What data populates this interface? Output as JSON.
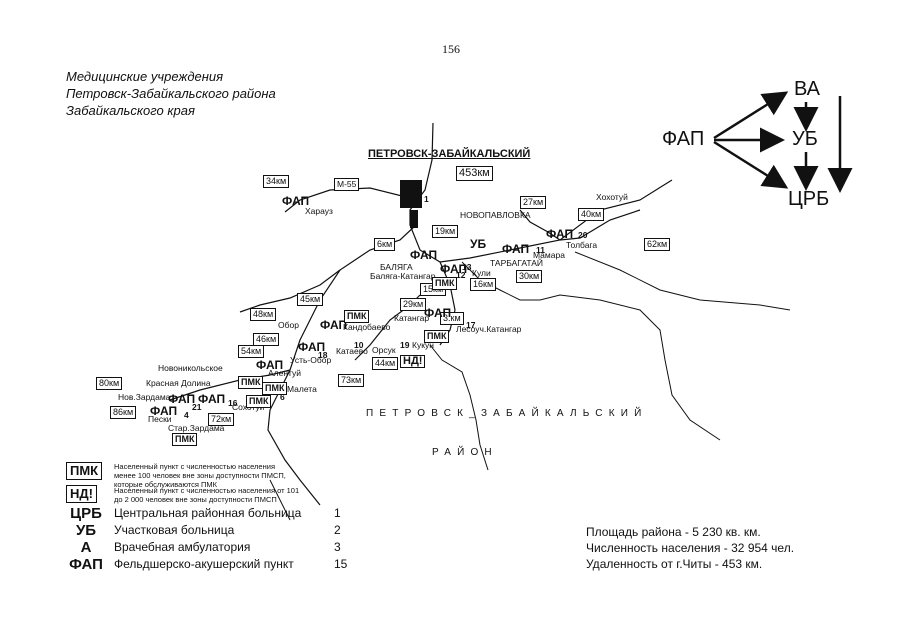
{
  "page_number": "156",
  "title_lines": [
    "Медицинские учреждения",
    "Петровск-Забайкальского района",
    "Забайкальского края"
  ],
  "hierarchy": {
    "fap": "ФАП",
    "va": "ВА",
    "ub": "УБ",
    "crb": "ЦРБ"
  },
  "map": {
    "center": "ПЕТРОВСК-ЗАБАЙКАЛЬСКИЙ",
    "center_distance": "453км",
    "road": "М-55",
    "region_line1": "ПЕТРОВСК_ЗАБАЙКАЛЬСКИЙ",
    "region_line2": "РАЙОН",
    "settlements": {
      "kharauz": "Харауз",
      "novopavlovka": "НОВОПАВЛОВКА",
      "khokhotuy": "Хохотуй",
      "tolbaga": "Толбага",
      "tarbagatai": "ТАРБАГАТАЙ",
      "balyaga": "БАЛЯГА",
      "balyaga_katangar": "Баляга-Катангар",
      "kuli": "Кули",
      "katangar": "Катангар",
      "lesouch_katangar": "Лесоуч.Катангар",
      "kukun": "Кукун",
      "orsuk": "Орсук",
      "kandobaevo": "Кандобаево",
      "katayevo": "Катаево",
      "obor": "Обор",
      "ust_obor": "Усть-Обор",
      "alentuy": "Алентуй",
      "novonikolskoe": "Новоникольское",
      "krasnaya_dolina": "Красная Долина",
      "maleta": "Малета",
      "sokhotui": "Сохотуй",
      "nov_zardama": "Нов.Зардама",
      "peski": "Пески",
      "star_zardama": "Стар.Зардама",
      "mmara": "Мамара"
    },
    "distances": {
      "d34": "34км",
      "d27": "27км",
      "d40": "40км",
      "d62": "62км",
      "d19": "19км",
      "d6": "6км",
      "d16": "16км",
      "d30": "30км",
      "d15": "15км",
      "d45": "45км",
      "d48": "48км",
      "d29": "29км",
      "d33": "3.км",
      "d46": "46км",
      "d54": "54км",
      "d44": "44км",
      "d73": "73км",
      "d80": "80км",
      "d86": "86км",
      "d72": "72км"
    },
    "markers": {
      "fap": "ФАП",
      "pmk": "ПМК",
      "nd": "НД!",
      "ub": "УБ"
    },
    "numbers": {
      "n1": "1",
      "n10": "10",
      "n11": "11",
      "n12": "12",
      "n13": "13",
      "n17": "17",
      "n18": "18",
      "n19": "19",
      "n20": "20",
      "n6": "6",
      "n16": "16",
      "n21": "21",
      "n4": "4"
    }
  },
  "legend": {
    "pmk_label": "ПМК",
    "pmk_text_lines": [
      "Населенный пункт с численностью населения",
      "менее 100 человек вне зоны доступности ПМСП,",
      "которые обслуживаются ПМК"
    ],
    "nd_label": "НД!",
    "nd_text_lines": [
      "Населенный пункт с численностью населения от 101",
      "до 2 000 человек вне зоны доступности ПМСП"
    ],
    "rows": [
      {
        "abbr": "ЦРБ",
        "desc": "Центральная районная больница",
        "count": "1"
      },
      {
        "abbr": "УБ",
        "desc": "Участковая больница",
        "count": "2"
      },
      {
        "abbr": "А",
        "desc": "Врачебная амбулатория",
        "count": "3"
      },
      {
        "abbr": "ФАП",
        "desc": "Фельдшерско-акушерский пункт",
        "count": "15"
      }
    ]
  },
  "stats": [
    "Площадь района - 5 230 кв. км.",
    "Численность населения -  32 954 чел.",
    "Удаленность от г.Читы - 453 км."
  ]
}
